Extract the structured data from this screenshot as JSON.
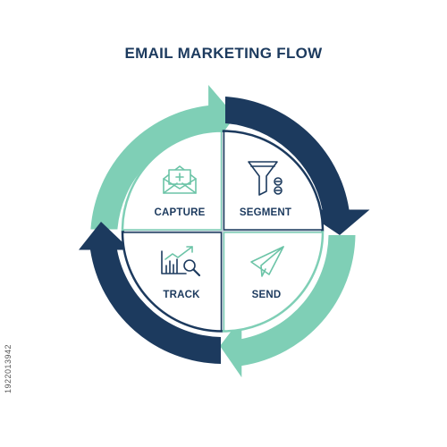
{
  "diagram": {
    "title": "EMAIL MARKETING FLOW",
    "steps": [
      {
        "label": "CAPTURE",
        "icon": "envelope-plus-icon"
      },
      {
        "label": "SEGMENT",
        "icon": "funnel-icon"
      },
      {
        "label": "TRACK",
        "icon": "chart-magnifier-icon"
      },
      {
        "label": "SEND",
        "icon": "paper-plane-icon"
      }
    ],
    "colors": {
      "navy": "#1c3a5e",
      "teal": "#7fcfb6",
      "icon_teal": "#6cc4a7"
    }
  },
  "watermark": {
    "id": "1922013942"
  }
}
